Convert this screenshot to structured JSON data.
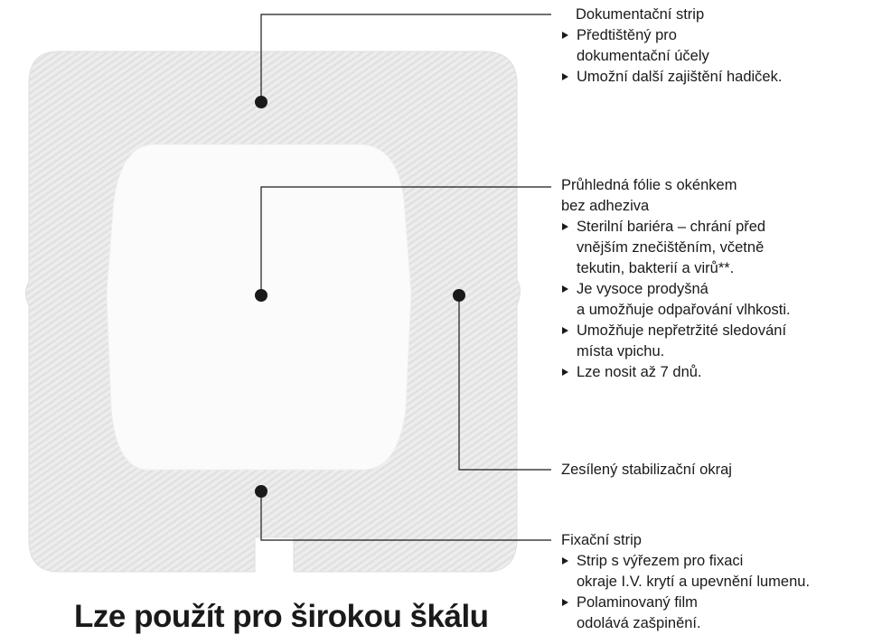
{
  "labels": {
    "dokumentacni": {
      "title": "Dokumentační strip",
      "bullets": [
        [
          "Předtištěný pro",
          "dokumentační účely"
        ],
        [
          "Umožní další zajištění hadiček."
        ]
      ]
    },
    "folie": {
      "title_lines": [
        "Průhledná fólie s okénkem",
        "bez adheziva"
      ],
      "bullets": [
        [
          "Sterilní bariéra – chrání před",
          "vnějším znečištěním, včetně",
          "tekutin, bakterií a virů**."
        ],
        [
          "Je vysoce prodyšná",
          "a umožňuje odpařování vlhkosti."
        ],
        [
          "Umožňuje nepřetržité sledování",
          "místa vpichu."
        ],
        [
          "Lze nosit až 7 dnů."
        ]
      ]
    },
    "okraj": {
      "title": "Zesílený stabilizační okraj"
    },
    "fixacni": {
      "title": "Fixační strip",
      "bullets": [
        [
          "Strip s výřezem pro fixaci",
          "okraje I.V. krytí a upevnění lumenu."
        ],
        [
          "Polaminovaný film",
          "odolává zašpinění."
        ]
      ]
    }
  },
  "heading": "Lze použít pro širokou škálu",
  "colors": {
    "dressing": "#e9e9e9",
    "window": "#fbfbfb",
    "ink": "#1a1a1a"
  }
}
